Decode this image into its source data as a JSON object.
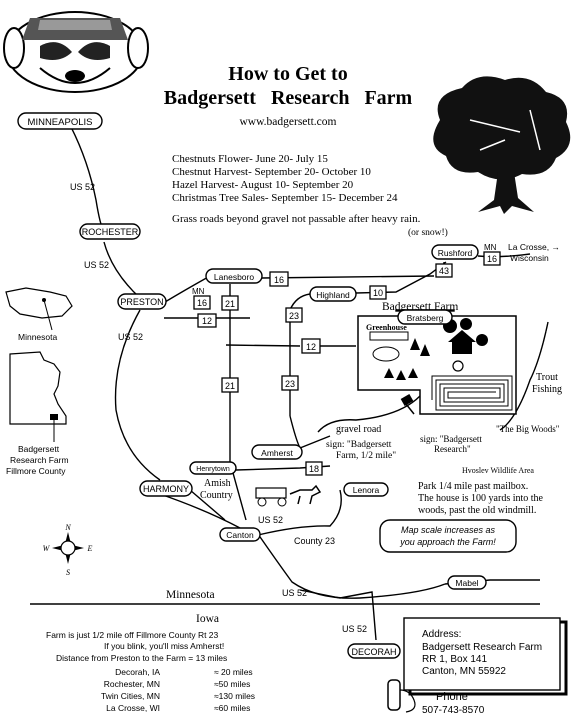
{
  "title": {
    "line1": "How to Get to",
    "line2": "Badgersett   Research   Farm"
  },
  "website": "www.badgersett.com",
  "seasons": [
    "Chestnuts Flower- June 20- July 15",
    "Chestnut Harvest- September 20- October 10",
    "Hazel Harvest- August 10- September 20",
    "Christmas Tree Sales- September 15- December 24"
  ],
  "road_warning": {
    "line1": "Grass roads beyond gravel not passable after heavy rain.",
    "line2": "(or snow!)"
  },
  "towns": {
    "minneapolis": "MINNEAPOLIS",
    "rochester": "ROCHESTER",
    "preston": "PRESTON",
    "lanesboro": "Lanesboro",
    "highland": "Highland",
    "bratsberg": "Bratsberg",
    "rushford": "Rushford",
    "amherst": "Amherst",
    "harmony": "HARMONY",
    "henrytown": "Henrytown",
    "lenora": "Lenora",
    "canton": "Canton",
    "mabel": "Mabel",
    "decorah": "DECORAH"
  },
  "highway_labels": {
    "us52_north": "US 52",
    "us52_mid": "US 52",
    "us52_south": "US 52",
    "us52_canton": "US 52",
    "us52_iowa": "US 52",
    "us52_decorah": "US 52",
    "county23": "County 23",
    "mn16_west": "MN",
    "mn16_east": "MN"
  },
  "shields": {
    "r16_lanesboro": "16",
    "r16_preston": "16",
    "r21_north": "21",
    "r21_south": "21",
    "r12_preston": "12",
    "r12_east": "12",
    "r23_north": "23",
    "r23_south": "23",
    "r10": "10",
    "r43": "43",
    "r16_rushford": "16",
    "r18": "18"
  },
  "la_crosse": {
    "line1": "La Crosse, →",
    "line2": "Wisconsin"
  },
  "farm_map": {
    "title": "Badgersett Farm",
    "greenhouse": "Greenhouse",
    "sign_label": "sign: \"Badgersett",
    "sign_label2": "Research\"",
    "big_woods": "\"The Big Woods\"",
    "trout_fishing": {
      "line1": "Trout",
      "line2": "Fishing"
    },
    "gravel_road": "gravel road",
    "sign_road": {
      "line1": "sign: \"Badgersett",
      "line2": "Farm, 1/2 mile\""
    },
    "wildlife": "Hvoslev Wildlife Area",
    "directions": [
      "Park 1/4 mile past mailbox.",
      "The house is 100 yards into the",
      "woods, past the old windmill."
    ],
    "amish": {
      "line1": "Amish",
      "line2": "Country"
    },
    "scale_note": {
      "line1": "Map scale increases as",
      "line2": "you approach the Farm!"
    }
  },
  "inset": {
    "minnesota": "Minnesota",
    "label1": "Badgersett",
    "label2": "Research Farm",
    "label3": "Fillmore County"
  },
  "compass": {
    "n": "N",
    "e": "E",
    "s": "S",
    "w": "W"
  },
  "state_line": {
    "minnesota": "Minnesota",
    "iowa": "Iowa"
  },
  "notes": {
    "line1": "Farm is just 1/2 mile off Fillmore County Rt 23",
    "line2": "If you blink, you'll miss Amherst!",
    "line3": "Distance from Preston to the Farm = 13 miles"
  },
  "distances": [
    {
      "city": "Decorah, IA",
      "miles": "≈ 20 miles"
    },
    {
      "city": "Rochester, MN",
      "miles": "≈50 miles"
    },
    {
      "city": "Twin Cities, MN",
      "miles": "≈130 miles"
    },
    {
      "city": "La Crosse, WI",
      "miles": "≈60 miles"
    }
  ],
  "address": {
    "heading": "Address:",
    "line1": "Badgersett Research Farm",
    "line2": "RR 1, Box 141",
    "line3": "Canton, MN  55922"
  },
  "phone": {
    "label": "Phone",
    "number": "507-743-8570"
  }
}
